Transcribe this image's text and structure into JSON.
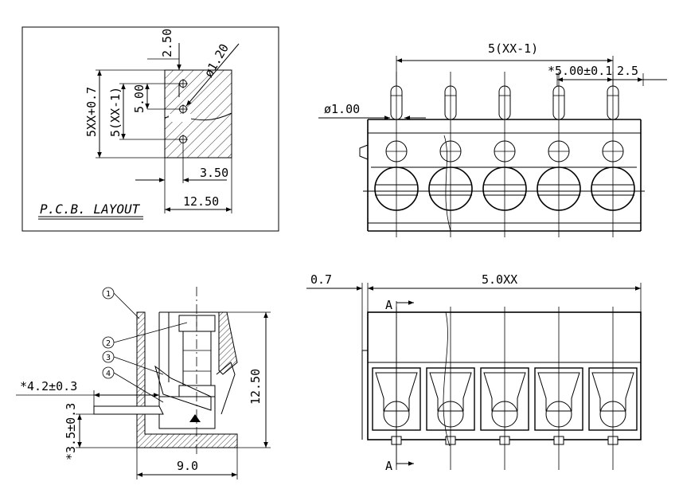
{
  "pcb_layout": {
    "title": "P.C.B. LAYOUT",
    "dim_top": "2.50",
    "dim_hole": "ø1.20",
    "dim_pitch": "5.00",
    "dim_total_outer": "5XX+0.7",
    "dim_total_inner": "5(XX-1)",
    "dim_offset": "3.50",
    "dim_width": "12.50"
  },
  "front_view": {
    "dim_span": "5(XX-1)",
    "dim_pitch": "*5.00±0.1",
    "dim_edge": "2.5",
    "dim_pin": "ø1.00",
    "pin_count": 5
  },
  "side_view": {
    "callouts": [
      "1",
      "2",
      "3",
      "4"
    ],
    "dim_height": "12.50",
    "dim_width": "9.0",
    "dim_pin_offset": "*4.2±0.3",
    "dim_pin_height": "*3.5±0.3"
  },
  "top_view": {
    "dim_left": "0.7",
    "dim_total": "5.0XX",
    "section_label_top": "A",
    "section_label_bottom": "A",
    "slot_count": 5
  }
}
